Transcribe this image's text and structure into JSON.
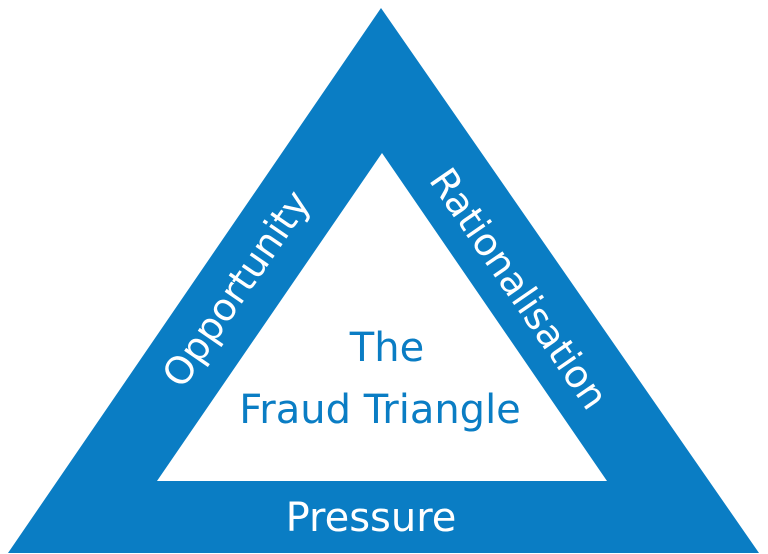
{
  "diagram": {
    "title_line1": "The",
    "title_line2": "Fraud Triangle",
    "sides": {
      "left": "Opportunity",
      "right": "Rationalisation",
      "bottom": "Pressure"
    },
    "colors": {
      "triangle": "#0a7dc4",
      "center_text": "#0a7dc4",
      "side_text": "#ffffff",
      "background": "#ffffff"
    }
  }
}
